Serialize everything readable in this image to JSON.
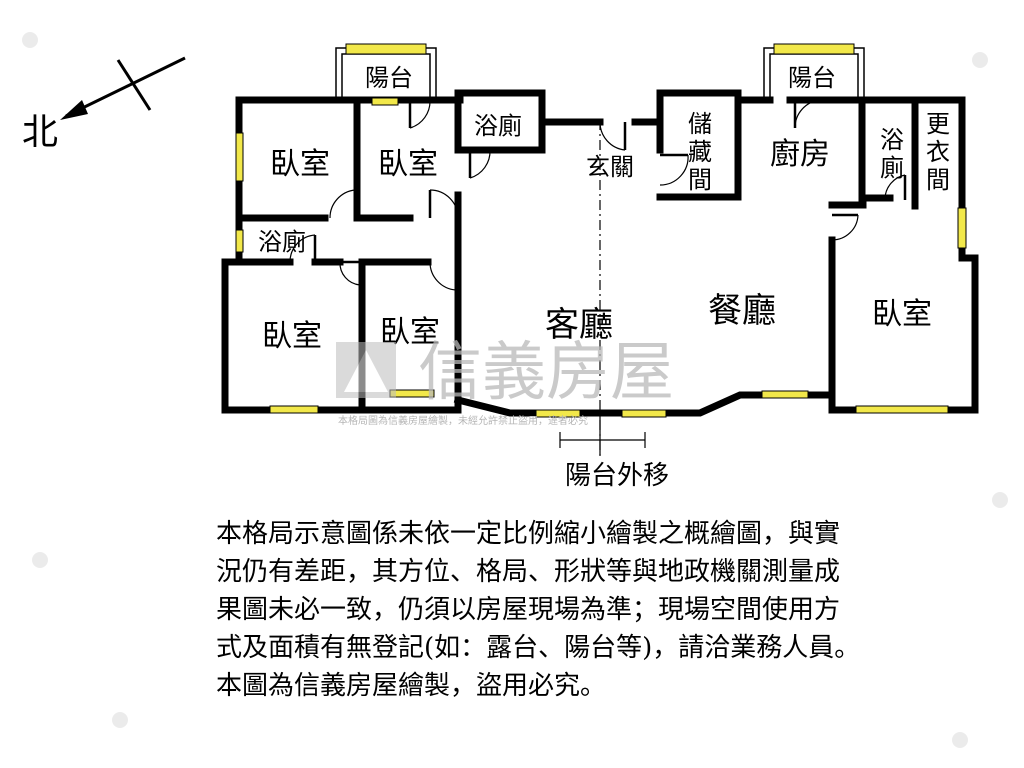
{
  "compass": {
    "north_label": "北"
  },
  "rooms": {
    "balcony_left": "陽台",
    "balcony_right": "陽台",
    "bedroom_top_1": "臥室",
    "bedroom_top_2": "臥室",
    "bath_top": "浴廁",
    "bath_left": "浴廁",
    "entrance": "玄關",
    "storage": "儲藏間",
    "kitchen": "廚房",
    "bath_right": "浴廁",
    "closet": "更衣間",
    "bedroom_bottom_1": "臥室",
    "bedroom_bottom_2": "臥室",
    "living_room": "客廳",
    "dining_room": "餐廳",
    "bedroom_right": "臥室"
  },
  "annotation": {
    "balcony_moved": "陽台外移"
  },
  "watermark": {
    "brand": "信義房屋",
    "small_text": "本格局圖為信義房屋繪製，未經允許禁止盜用，違者必究"
  },
  "disclaimer": {
    "lines": [
      "本格局示意圖係未依一定比例縮小繪製之概繪圖，與實",
      "況仍有差距，其方位、格局、形狀等與地政機關測量成",
      "果圖未必一致，仍須以房屋現場為準；現場空間使用方",
      "式及面積有無登記(如：露台、陽台等)，請洽業務人員。",
      "本圖為信義房屋繪製，盜用必究。"
    ]
  },
  "colors": {
    "window": "#f2e84a",
    "wall": "#000000",
    "watermark": "#b9b9b9"
  }
}
